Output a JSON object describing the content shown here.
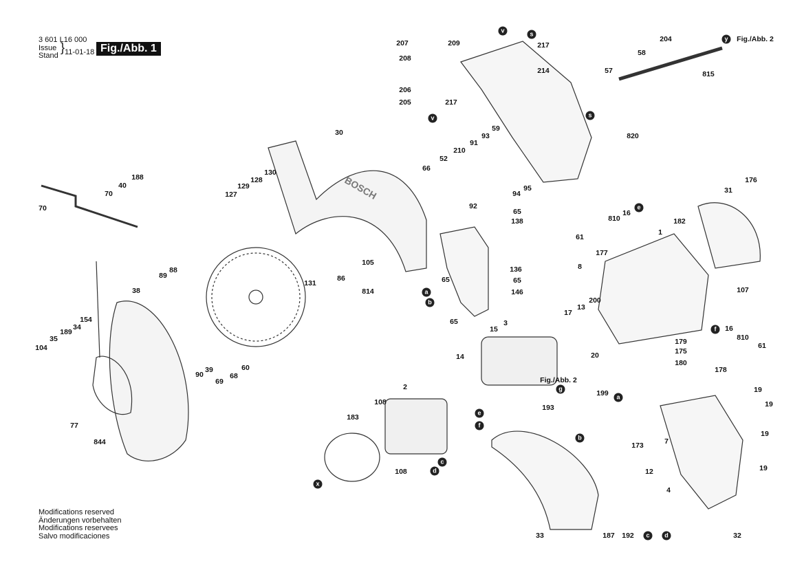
{
  "header": {
    "part_number": "3 601 L16 000",
    "issue_label_1": "Issue",
    "issue_label_2": "Stand",
    "date": "11-01-18",
    "figure": "Fig./Abb. 1"
  },
  "notes": [
    "Modifications reserved",
    "Änderungen vorbehalten",
    "Modifications reservees",
    "Salvo modificaciones"
  ],
  "brand_marking": "BOSCH",
  "callouts": [
    "207",
    "208",
    "209",
    "217",
    "204",
    "58",
    "214",
    "57",
    "206",
    "205",
    "217",
    "815",
    "30",
    "91",
    "93",
    "59",
    "210",
    "820",
    "52",
    "66",
    "188",
    "70",
    "40",
    "130",
    "128",
    "129",
    "127",
    "94",
    "95",
    "176",
    "31",
    "92",
    "65",
    "138",
    "70",
    "16",
    "810",
    "182",
    "61",
    "1",
    "177",
    "105",
    "131",
    "86",
    "65",
    "136",
    "65",
    "146",
    "89",
    "88",
    "8",
    "107",
    "38",
    "814",
    "13",
    "200",
    "17",
    "3",
    "15",
    "65",
    "154",
    "34",
    "189",
    "35",
    "104",
    "16",
    "810",
    "61",
    "179",
    "175",
    "180",
    "20",
    "14",
    "90",
    "39",
    "69",
    "68",
    "60",
    "178",
    "19",
    "19",
    "19",
    "19",
    "199",
    "193",
    "2",
    "108",
    "183",
    "173",
    "7",
    "844",
    "77",
    "108",
    "12",
    "4",
    "33",
    "187",
    "192",
    "32"
  ],
  "connectors": [
    "v",
    "s",
    "y",
    "v",
    "s",
    "e",
    "a",
    "b",
    "f",
    "g",
    "a",
    "e",
    "f",
    "b",
    "c",
    "d",
    "x",
    "c",
    "d"
  ],
  "cross_refs": [
    "Fig./Abb. 2",
    "Fig./Abb. 2"
  ]
}
